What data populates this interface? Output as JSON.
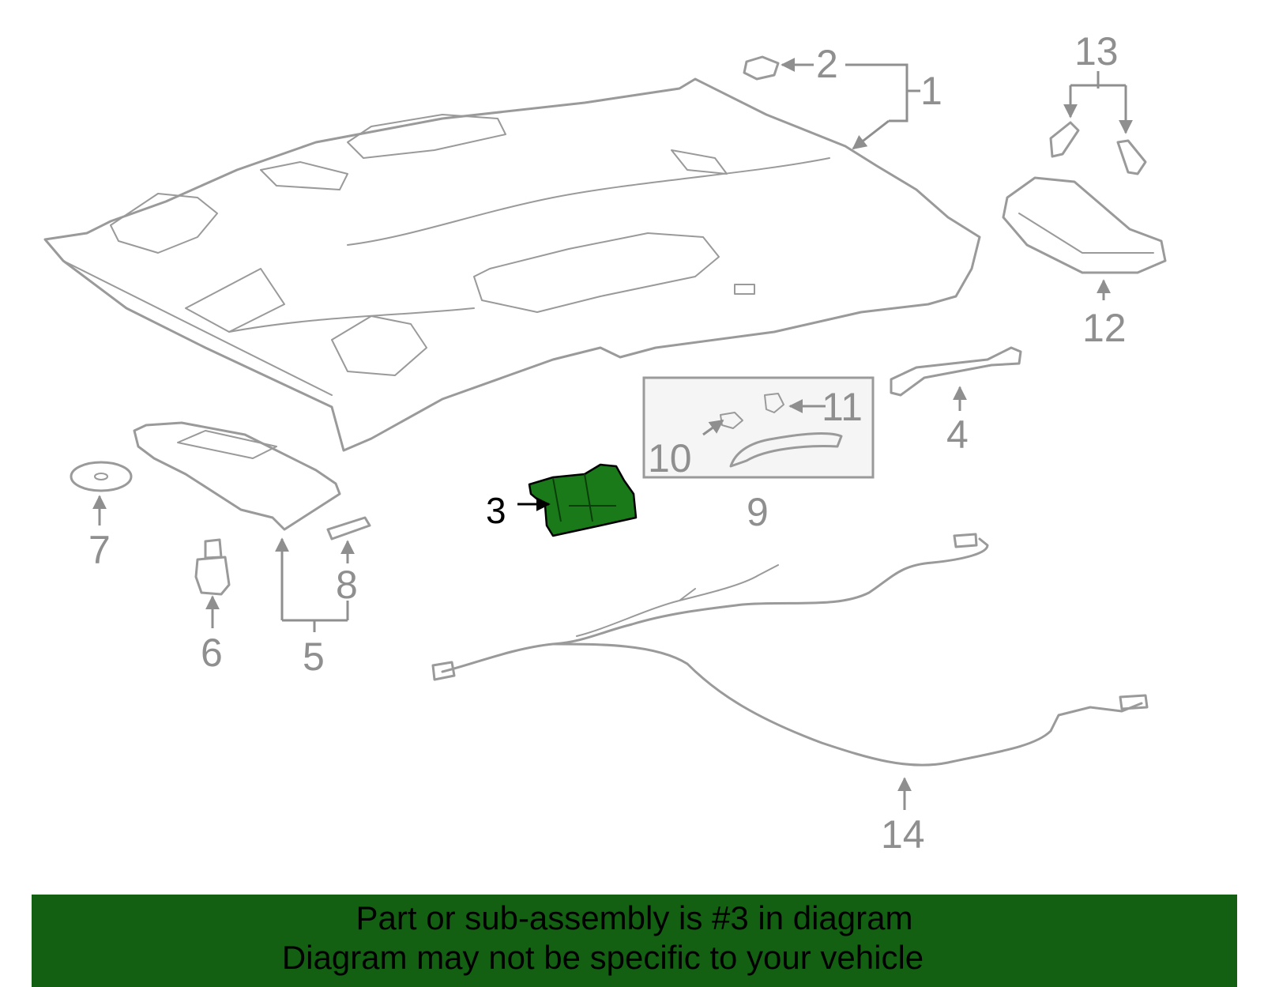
{
  "diagram": {
    "callouts": {
      "c1": "1",
      "c2": "2",
      "c3": "3",
      "c4": "4",
      "c5": "5",
      "c6": "6",
      "c7": "7",
      "c8": "8",
      "c9": "9",
      "c10": "10",
      "c11": "11",
      "c12": "12",
      "c13": "13",
      "c14": "14"
    },
    "highlighted_part": "3",
    "colors": {
      "line": "#9a9a9a",
      "highlight_fill": "#1a7a1a",
      "banner": "#136013"
    }
  },
  "banner": {
    "line1": "Part or sub-assembly is #3 in diagram",
    "line2": "Diagram may not be specific to your vehicle"
  }
}
